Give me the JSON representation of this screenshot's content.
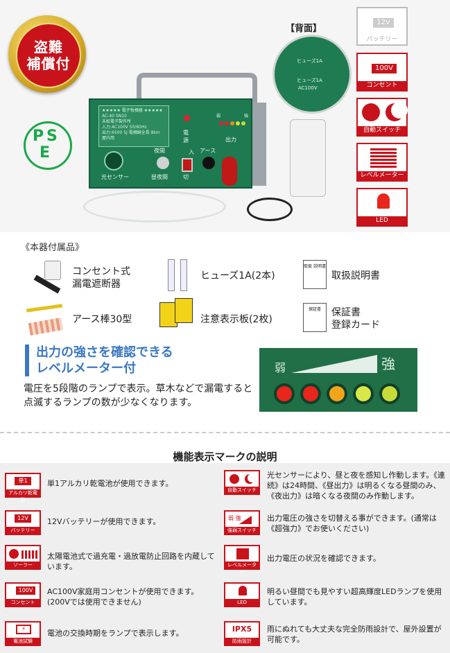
{
  "top": {
    "seal": {
      "line1": "盗難",
      "line2": "補償付"
    },
    "pse": {
      "letters": [
        "P",
        "S",
        "E"
      ]
    },
    "device": {
      "plate_title": "★★★★★ 電子牧柵器 ★★★★★",
      "plate_model": "AC-40 SN10",
      "plate_maker": "末松電子製作所",
      "plate_spec1": "入力:AC100V 50/60Hz",
      "plate_spec2": "出力:6500 5J 電柵線全長 8km",
      "plate_spec3": "屋内用",
      "sensor_label": "光センサー",
      "night_label": "夜間",
      "daynight_label": "昼夜間",
      "power_label": "電源",
      "on_label": "入",
      "off_label": "切",
      "earth_label": "アース",
      "output_label": "出力",
      "weak_label": "弱",
      "strong_label": "強"
    },
    "back": {
      "title": "【背面】",
      "fuse1": "ヒューズ1A",
      "fuse2": "ヒューズ1A",
      "ac": "AC100V"
    },
    "side_icons": [
      {
        "value": "12V",
        "label": "バッテリー",
        "active": false
      },
      {
        "value": "100V",
        "label": "コンセント",
        "active": true
      },
      {
        "value": "",
        "label": "自動スイッチ",
        "active": true
      },
      {
        "value": "",
        "label": "レベルメーター",
        "active": true
      },
      {
        "value": "",
        "label": "LED",
        "active": true
      }
    ]
  },
  "accessories": {
    "title": "《本器付属品》",
    "items": [
      {
        "text1": "コンセント式",
        "text2": "漏電遮断器"
      },
      {
        "text1": "ヒューズ1A(2本)",
        "text2": ""
      },
      {
        "text1": "取扱説明書",
        "text2": "",
        "doc": "取扱\n説明書"
      },
      {
        "text1": "アース棒30型",
        "text2": ""
      },
      {
        "text1": "注意表示板(2枚)",
        "text2": ""
      },
      {
        "text1": "保証書",
        "text2": "登録カード",
        "doc": "保証書"
      }
    ]
  },
  "level": {
    "heading1": "出力の強さを確認できる",
    "heading2": "レベルメーター付",
    "desc": "電圧を5段階のランプで表示。草木などで漏電すると点滅するランプの数が少なくなります。",
    "weak": "弱",
    "strong": "強",
    "lamp_colors": [
      "#e8261c",
      "#e8261c",
      "#f2a51a",
      "#d8e84a",
      "#c7dc3a"
    ]
  },
  "marks_section": {
    "title": "機能表示マークの説明",
    "left": [
      {
        "icon": "単1",
        "label": "アルカリ乾電池",
        "desc": "単1アルカリ乾電池が使用できます。"
      },
      {
        "icon": "12V",
        "label": "バッテリー",
        "desc": "12Vバッテリーが使用できます。"
      },
      {
        "icon": "",
        "label": "ソーラー",
        "desc": "太陽電池式で過充電・過放電防止回路を内蔵しています。"
      },
      {
        "icon": "100V",
        "label": "コンセント",
        "desc": "AC100V家庭用コンセントが使用できます。(200Vでは使用できません)"
      },
      {
        "icon": "",
        "label": "電池試験",
        "desc": "電池の交換時期をランプで表示します。"
      }
    ],
    "right": [
      {
        "icon": "",
        "label": "自動スイッチ",
        "desc": "光センサーにより、昼と夜を感知し作動します。《連続》は24時間、《昼出力》は明るくなる昼間のみ、《夜出力》は暗くなる夜間のみ作動します。"
      },
      {
        "icon": "弱 強",
        "label": "強弱スイッチ",
        "desc": "出力電圧の強さを切替える事ができます。(通常は《超強力》でお使いください)"
      },
      {
        "icon": "",
        "label": "レベルメーター",
        "desc": "出力電圧の状況を確認できます。"
      },
      {
        "icon": "",
        "label": "LED",
        "desc": "明るい昼間でも見やすい超高輝度LEDランプを使用しています。"
      },
      {
        "icon": "IPX5",
        "label": "防雨設計",
        "desc": "雨にぬれても大丈夫な完全防雨設計で、屋外設置が可能です。"
      }
    ]
  }
}
